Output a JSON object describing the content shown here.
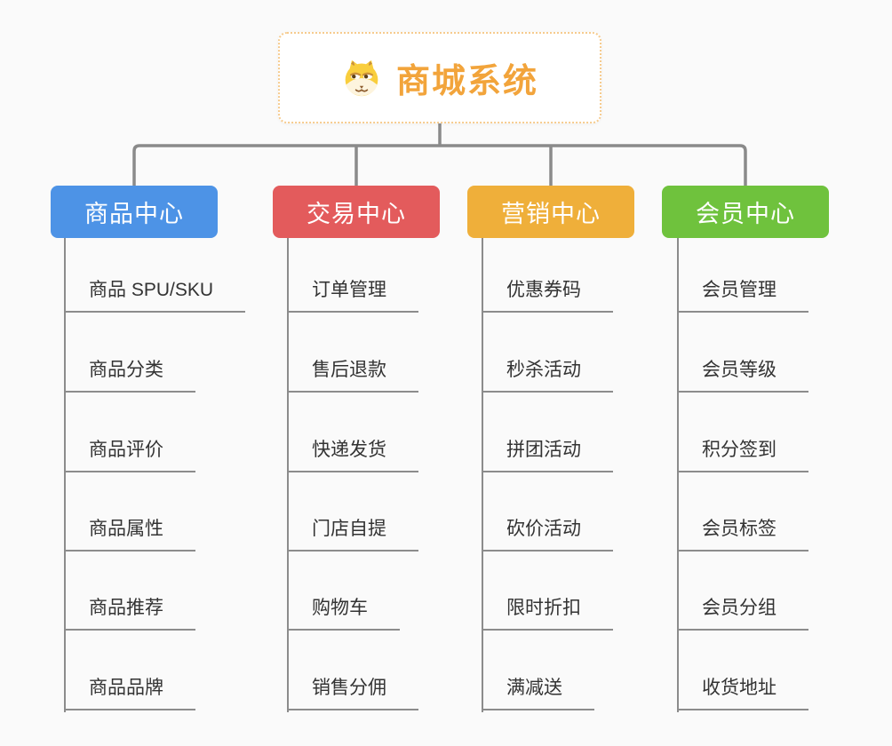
{
  "root": {
    "title": "商城系统",
    "icon": "doge-icon",
    "title_color": "#f2a43b",
    "border_color": "#f6cb8e"
  },
  "branches": [
    {
      "label": "商品中心",
      "color": "#4d93e6",
      "items": [
        "商品 SPU/SKU",
        "商品分类",
        "商品评价",
        "商品属性",
        "商品推荐",
        "商品品牌"
      ]
    },
    {
      "label": "交易中心",
      "color": "#e35b5c",
      "items": [
        "订单管理",
        "售后退款",
        "快递发货",
        "门店自提",
        "购物车",
        "销售分佣"
      ]
    },
    {
      "label": "营销中心",
      "color": "#efaf3a",
      "items": [
        "优惠券码",
        "秒杀活动",
        "拼团活动",
        "砍价活动",
        "限时折扣",
        "满减送"
      ]
    },
    {
      "label": "会员中心",
      "color": "#6fc23d",
      "items": [
        "会员管理",
        "会员等级",
        "积分签到",
        "会员标签",
        "会员分组",
        "收货地址"
      ]
    }
  ],
  "colors": {
    "connector": "#8a8a8a",
    "underline": "#8c8c8c",
    "leaf_text": "#333333",
    "canvas_bg": "#fafafa"
  }
}
